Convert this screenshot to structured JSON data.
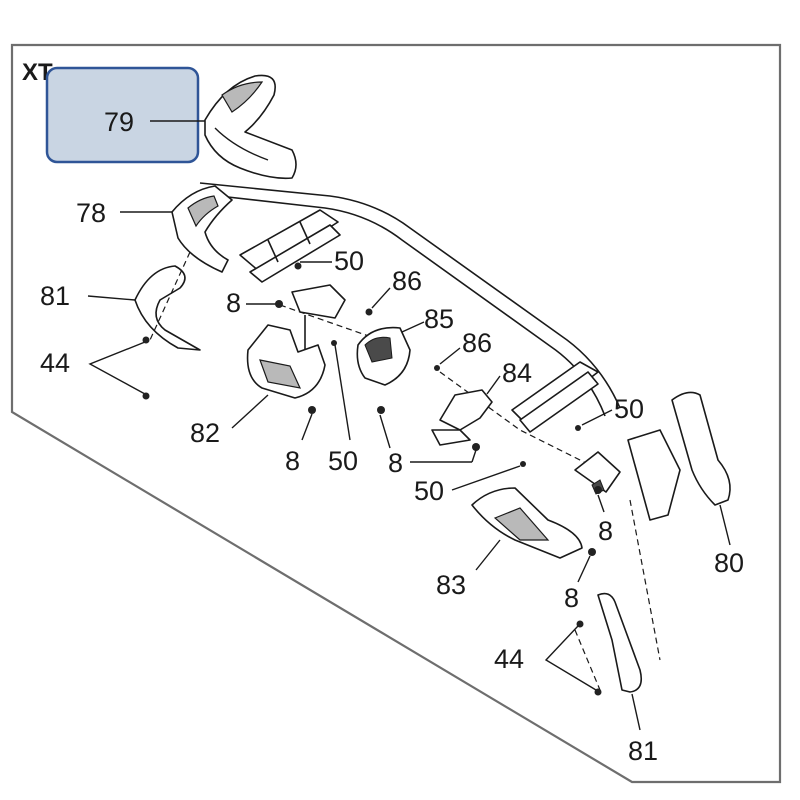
{
  "diagram": {
    "title": "XT",
    "highlight_color": "#c9d5e3",
    "highlight_border": "#2f5597",
    "labels": {
      "p79": "79",
      "p78": "78",
      "p81_top": "81",
      "p44_top": "44",
      "p50_a": "50",
      "p8_a": "8",
      "p86_a": "86",
      "p85": "85",
      "p86_b": "86",
      "p84": "84",
      "p82": "82",
      "p8_b": "8",
      "p50_b": "50",
      "p8_c": "8",
      "p50_c": "50",
      "p50_d": "50",
      "p80": "80",
      "p8_d": "8",
      "p83": "83",
      "p8_e": "8",
      "p44_bottom": "44",
      "p81_bottom": "81"
    }
  }
}
